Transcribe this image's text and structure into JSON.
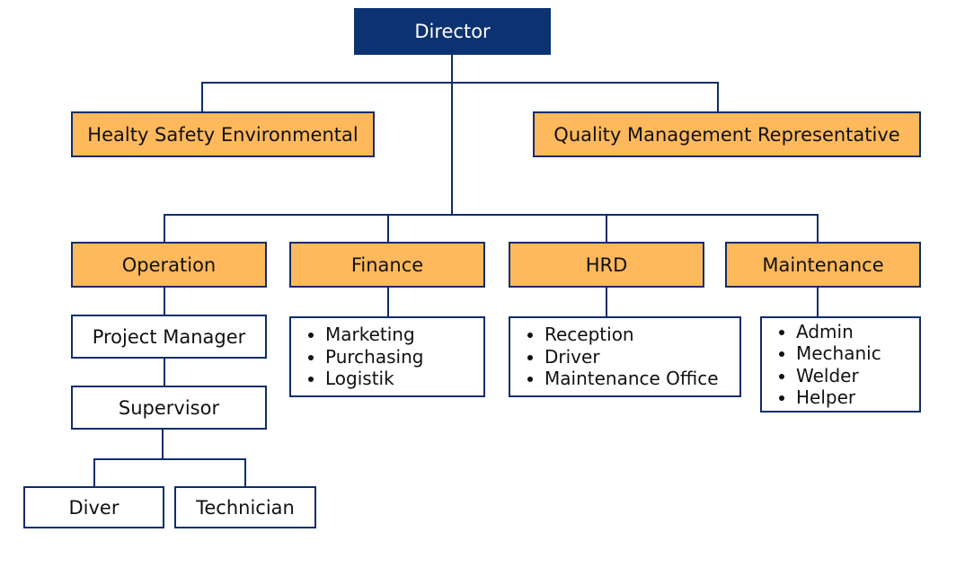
{
  "colors": {
    "connector": "#0e2d6b",
    "top_fill": "#0d3272",
    "department_fill": "#fdb95c",
    "border": "#0e2d6b"
  },
  "org": {
    "director": "Director",
    "staff": {
      "hse": "Healty Safety Environmental",
      "qmr": "Quality Management Representative"
    },
    "departments": {
      "operation": {
        "label": "Operation",
        "project_manager": "Project Manager",
        "supervisor": "Supervisor",
        "diver": "Diver",
        "technician": "Technician"
      },
      "finance": {
        "label": "Finance",
        "items": [
          "Marketing",
          "Purchasing",
          "Logistik"
        ]
      },
      "hrd": {
        "label": "HRD",
        "items": [
          "Reception",
          "Driver",
          "Maintenance Office"
        ]
      },
      "maintenance": {
        "label": "Maintenance",
        "items": [
          "Admin",
          "Mechanic",
          "Welder",
          "Helper"
        ]
      }
    }
  }
}
